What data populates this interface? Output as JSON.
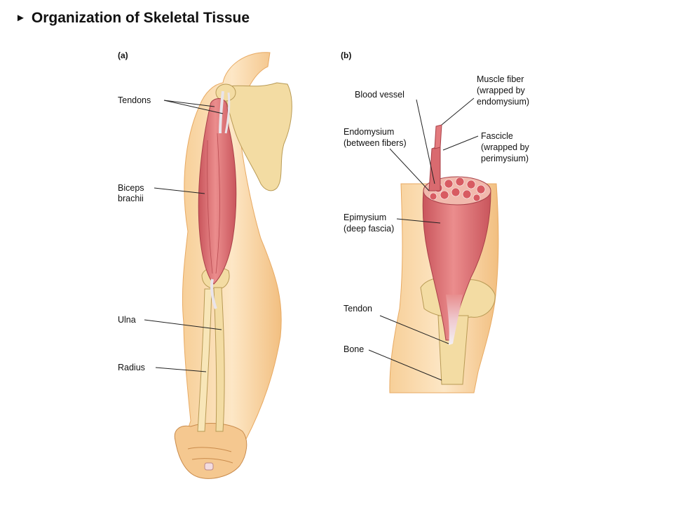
{
  "title": "Organization of Skeletal Tissue",
  "title_marker": "►",
  "panels": {
    "a": "(a)",
    "b": "(b)"
  },
  "labels_a": {
    "tendons": "Tendons",
    "biceps_1": "Biceps",
    "biceps_2": "brachii",
    "ulna": "Ulna",
    "radius": "Radius"
  },
  "labels_b": {
    "blood_vessel": "Blood vessel",
    "muscle_fiber_1": "Muscle fiber",
    "muscle_fiber_2": "(wrapped by",
    "muscle_fiber_3": "endomysium)",
    "endomysium_1": "Endomysium",
    "endomysium_2": "(between fibers)",
    "fascicle_1": "Fascicle",
    "fascicle_2": "(wrapped by",
    "fascicle_3": "perimysium)",
    "epimysium_1": "Epimysium",
    "epimysium_2": "(deep fascia)",
    "tendon": "Tendon",
    "bone": "Bone"
  },
  "colors": {
    "skin": "#f5c98f",
    "skin_edge": "#e8aa63",
    "bone": "#f3dca3",
    "bone_edge": "#b89a55",
    "muscle": "#dc6f72",
    "muscle_dark": "#b94c52",
    "tendon": "#e9e4ea"
  }
}
